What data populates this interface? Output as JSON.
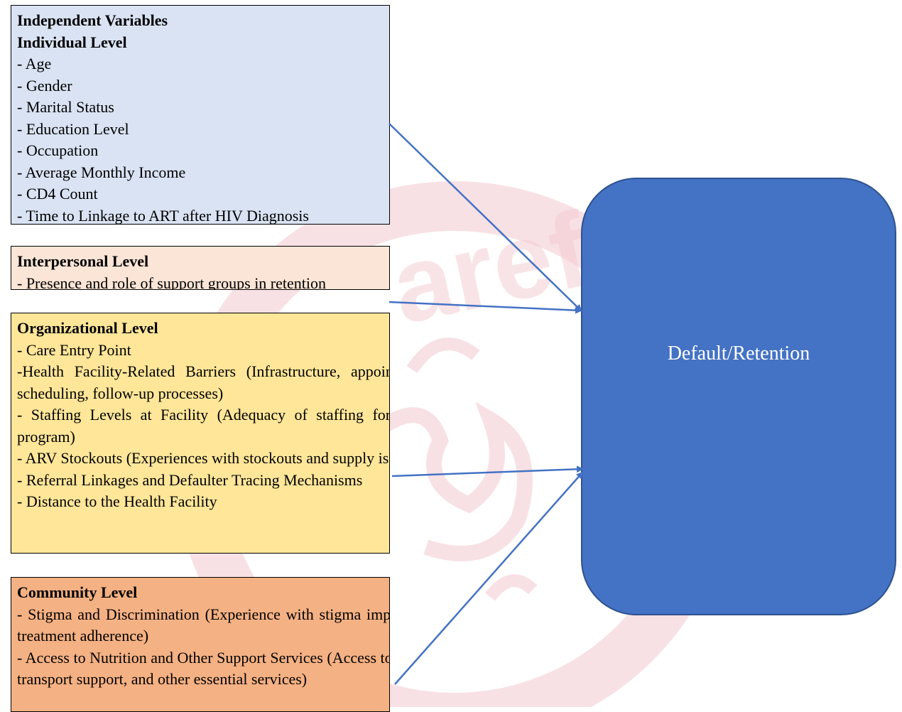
{
  "boxes": {
    "individual": {
      "heading": "Independent Variables",
      "title": "Individual Level",
      "items": [
        "- Age",
        "- Gender",
        "- Marital Status",
        "- Education Level",
        "- Occupation",
        "- Average Monthly Income",
        "- CD4 Count",
        "- Time to Linkage to ART after HIV Diagnosis"
      ],
      "color": "#dae3f3"
    },
    "interpersonal": {
      "title": "Interpersonal Level",
      "items": [
        "- Presence and role of support groups in retention"
      ],
      "color": "#fbe5d6"
    },
    "organizational": {
      "title": "Organizational Level",
      "items": [
        "- Care Entry Point",
        "-Health Facility-Related Barriers (Infrastructure, appointment scheduling, follow-up processes)",
        "- Staffing Levels at Facility (Adequacy of staffing for ART program)",
        "- ARV Stockouts (Experiences with stockouts and supply issues)",
        "- Referral Linkages and Defaulter Tracing Mechanisms",
        "- Distance to the Health Facility"
      ],
      "color": "#ffe699"
    },
    "community": {
      "title": "Community Level",
      "items": [
        "- Stigma and Discrimination (Experience with stigma impacting treatment adherence)",
        "- Access to Nutrition and Other Support Services (Access to food, transport support, and other essential services)"
      ],
      "color": "#f4b183"
    }
  },
  "outcome": {
    "label": "Default/Retention",
    "color": "#4472c4"
  },
  "arrow_color": "#4472c4"
}
